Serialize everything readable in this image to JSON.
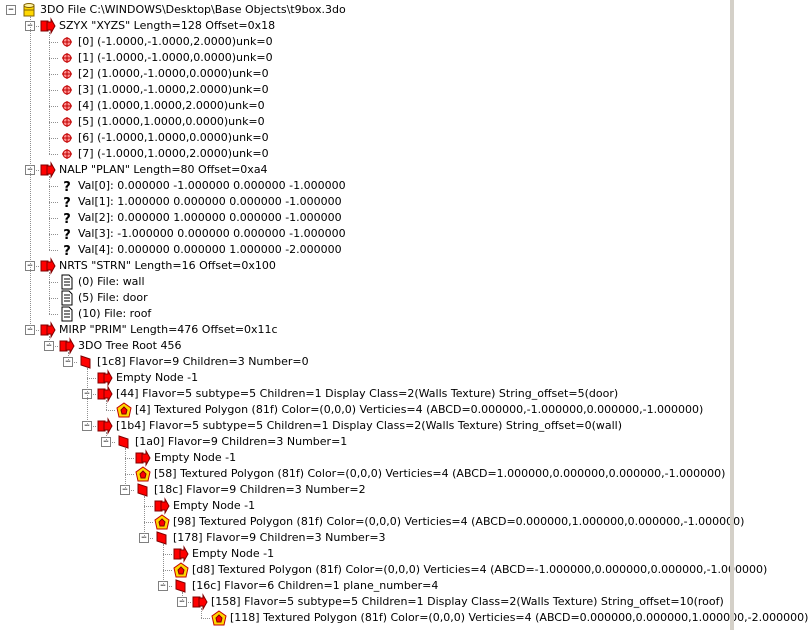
{
  "tree": [
    {
      "depth": 0,
      "icon": "file",
      "expander": "minus",
      "label": "3DO File C:\\WINDOWS\\Desktop\\Base Objects\\t9box.3do"
    },
    {
      "depth": 1,
      "icon": "chunk",
      "expander": "minus",
      "label": "SZYX \"XYZS\" Length=128 Offset=0x18"
    },
    {
      "depth": 2,
      "icon": "vertex",
      "label": "[0] (-1.0000,-1.0000,2.0000)unk=0"
    },
    {
      "depth": 2,
      "icon": "vertex",
      "label": "[1] (-1.0000,-1.0000,0.0000)unk=0"
    },
    {
      "depth": 2,
      "icon": "vertex",
      "label": "[2] (1.0000,-1.0000,0.0000)unk=0"
    },
    {
      "depth": 2,
      "icon": "vertex",
      "label": "[3] (1.0000,-1.0000,2.0000)unk=0"
    },
    {
      "depth": 2,
      "icon": "vertex",
      "label": "[4] (1.0000,1.0000,2.0000)unk=0"
    },
    {
      "depth": 2,
      "icon": "vertex",
      "label": "[5] (1.0000,1.0000,0.0000)unk=0"
    },
    {
      "depth": 2,
      "icon": "vertex",
      "label": "[6] (-1.0000,1.0000,0.0000)unk=0"
    },
    {
      "depth": 2,
      "icon": "vertex",
      "label": "[7] (-1.0000,1.0000,2.0000)unk=0"
    },
    {
      "depth": 1,
      "icon": "chunk",
      "expander": "minus",
      "label": "NALP \"PLAN\" Length=80 Offset=0xa4"
    },
    {
      "depth": 2,
      "icon": "unknown",
      "label": "Val[0]: 0.000000 -1.000000 0.000000 -1.000000"
    },
    {
      "depth": 2,
      "icon": "unknown",
      "label": "Val[1]: 1.000000 0.000000 0.000000 -1.000000"
    },
    {
      "depth": 2,
      "icon": "unknown",
      "label": "Val[2]: 0.000000 1.000000 0.000000 -1.000000"
    },
    {
      "depth": 2,
      "icon": "unknown",
      "label": "Val[3]: -1.000000 0.000000 0.000000 -1.000000"
    },
    {
      "depth": 2,
      "icon": "unknown",
      "label": "Val[4]: 0.000000 0.000000 1.000000 -2.000000"
    },
    {
      "depth": 1,
      "icon": "chunk",
      "expander": "minus",
      "label": "NRTS \"STRN\" Length=16 Offset=0x100"
    },
    {
      "depth": 2,
      "icon": "document",
      "label": "(0) File: wall"
    },
    {
      "depth": 2,
      "icon": "document",
      "label": "(5) File: door"
    },
    {
      "depth": 2,
      "icon": "document",
      "label": "(10) File: roof"
    },
    {
      "depth": 1,
      "icon": "chunk",
      "expander": "minus",
      "label": "MIRP \"PRIM\" Length=476 Offset=0x11c"
    },
    {
      "depth": 2,
      "icon": "chunk",
      "expander": "minus",
      "label": "3DO Tree Root 456"
    },
    {
      "depth": 3,
      "icon": "flag",
      "expander": "minus",
      "label": "[1c8] Flavor=9 Children=3 Number=0"
    },
    {
      "depth": 4,
      "icon": "arrow",
      "label": "Empty Node -1"
    },
    {
      "depth": 4,
      "icon": "arrow",
      "expander": "minus",
      "label": "[44] Flavor=5 subtype=5 Children=1 Display Class=2(Walls Texture) String_offset=5(door)"
    },
    {
      "depth": 5,
      "icon": "polygon",
      "label": "[4] Textured Polygon (81f) Color=(0,0,0) Verticies=4 (ABCD=0.000000,-1.000000,0.000000,-1.000000)"
    },
    {
      "depth": 4,
      "icon": "arrow",
      "expander": "minus",
      "label": "[1b4] Flavor=5 subtype=5 Children=1 Display Class=2(Walls Texture) String_offset=0(wall)"
    },
    {
      "depth": 5,
      "icon": "flag",
      "expander": "minus",
      "label": "[1a0] Flavor=9 Children=3 Number=1"
    },
    {
      "depth": 6,
      "icon": "arrow",
      "label": "Empty Node -1"
    },
    {
      "depth": 6,
      "icon": "polygon",
      "label": "[58] Textured Polygon (81f) Color=(0,0,0) Verticies=4 (ABCD=1.000000,0.000000,0.000000,-1.000000)"
    },
    {
      "depth": 6,
      "icon": "flag",
      "expander": "minus",
      "label": "[18c] Flavor=9 Children=3 Number=2"
    },
    {
      "depth": 7,
      "icon": "arrow",
      "label": "Empty Node -1"
    },
    {
      "depth": 7,
      "icon": "polygon",
      "label": "[98] Textured Polygon (81f) Color=(0,0,0) Verticies=4 (ABCD=0.000000,1.000000,0.000000,-1.000000)"
    },
    {
      "depth": 7,
      "icon": "flag",
      "expander": "minus",
      "label": "[178] Flavor=9 Children=3 Number=3"
    },
    {
      "depth": 8,
      "icon": "arrow",
      "label": "Empty Node -1"
    },
    {
      "depth": 8,
      "icon": "polygon",
      "label": "[d8] Textured Polygon (81f) Color=(0,0,0) Verticies=4 (ABCD=-1.000000,0.000000,0.000000,-1.000000)"
    },
    {
      "depth": 8,
      "icon": "flag",
      "expander": "minus",
      "label": "[16c] Flavor=6 Children=1 plane_number=4"
    },
    {
      "depth": 9,
      "icon": "arrow",
      "expander": "minus",
      "label": "[158] Flavor=5 subtype=5 Children=1 Display Class=2(Walls Texture) String_offset=10(roof)"
    },
    {
      "depth": 10,
      "icon": "polygon",
      "label": "[118] Textured Polygon (81f) Color=(0,0,0) Verticies=4 (ABCD=0.000000,0.000000,1.000000,-2.000000)"
    }
  ],
  "colors": {
    "red": "#ff0000",
    "dark_red": "#c00000",
    "yellow": "#ffd800",
    "line": "#909090"
  }
}
